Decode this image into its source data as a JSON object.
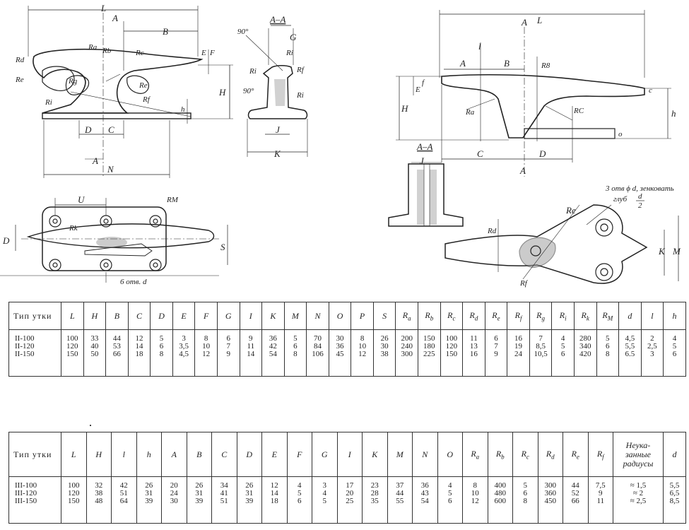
{
  "drawing_labels": {
    "fig1_side": [
      "L",
      "A",
      "B",
      "Ra",
      "Rb",
      "Rc",
      "Rd",
      "Re",
      "Rg",
      "Re",
      "Rf",
      "Ri",
      "H",
      "E",
      "F",
      "h",
      "D",
      "C",
      "A",
      "N"
    ],
    "fig1_section_title": "A–A",
    "fig1_section": [
      "90°",
      "G",
      "Ri",
      "Rf",
      "Ri",
      "90°",
      "J",
      "K"
    ],
    "fig1_plan": [
      "U",
      "RM",
      "D",
      "Rk",
      "S",
      "6 отв. d"
    ],
    "fig2_side": [
      "A",
      "L",
      "A",
      "B",
      "l",
      "R8",
      "E",
      "f",
      "H",
      "Ra",
      "RC",
      "c",
      "h",
      "o",
      "C",
      "D",
      "A"
    ],
    "fig2_section_title": "A–A",
    "fig2_section": [
      "J"
    ],
    "fig2_note": "3 отв ϕ d, зенковать",
    "fig2_note2": "глуб",
    "fig2_note_frac_num": "d",
    "fig2_note_frac_den": "2",
    "fig2_plan": [
      "Re",
      "Rd",
      "K",
      "M",
      "Rf"
    ]
  },
  "table1": {
    "first_header": "Тип утки",
    "headers": [
      "L",
      "H",
      "B",
      "C",
      "D",
      "E",
      "F",
      "G",
      "I",
      "K",
      "M",
      "N",
      "O",
      "P",
      "S",
      "Ra",
      "Rb",
      "Rc",
      "Rd",
      "Re",
      "Rf",
      "Rg",
      "Ri",
      "Rk",
      "RM",
      "d",
      "l",
      "h"
    ],
    "rows": [
      {
        "type": "II-100",
        "values": [
          "100",
          "33",
          "44",
          "12",
          "5",
          "3",
          "8",
          "6",
          "9",
          "36",
          "5",
          "70",
          "30",
          "8",
          "26",
          "200",
          "150",
          "100",
          "11",
          "6",
          "16",
          "7",
          "4",
          "280",
          "5",
          "4,5",
          "2",
          "4"
        ]
      },
      {
        "type": "II-120",
        "values": [
          "120",
          "40",
          "53",
          "14",
          "6",
          "3,5",
          "10",
          "7",
          "11",
          "42",
          "6",
          "84",
          "36",
          "10",
          "30",
          "240",
          "180",
          "120",
          "13",
          "7",
          "19",
          "8,5",
          "5",
          "340",
          "6",
          "5,5",
          "2,5",
          "5"
        ]
      },
      {
        "type": "II-150",
        "values": [
          "150",
          "50",
          "66",
          "18",
          "8",
          "4,5",
          "12",
          "9",
          "14",
          "54",
          "8",
          "106",
          "45",
          "12",
          "38",
          "300",
          "225",
          "150",
          "16",
          "9",
          "24",
          "10,5",
          "6",
          "420",
          "8",
          "6.5",
          "3",
          "6"
        ]
      }
    ]
  },
  "table2": {
    "first_header": "Тип утки",
    "headers": [
      "L",
      "H",
      "l",
      "h",
      "A",
      "B",
      "C",
      "D",
      "E",
      "F",
      "G",
      "I",
      "K",
      "M",
      "N",
      "O",
      "Ra",
      "Rb",
      "Rc",
      "Rd",
      "Re",
      "Rf"
    ],
    "extra_header": "Неука-занные радиусы",
    "last_header": "d",
    "rows": [
      {
        "type": "III-100",
        "values": [
          "100",
          "32",
          "42",
          "26",
          "20",
          "26",
          "34",
          "26",
          "12",
          "4",
          "3",
          "17",
          "23",
          "37",
          "36",
          "4",
          "8",
          "400",
          "5",
          "300",
          "44",
          "7,5"
        ],
        "extra": "≈ 1,5",
        "last": "5,5"
      },
      {
        "type": "III-120",
        "values": [
          "120",
          "38",
          "51",
          "31",
          "24",
          "31",
          "41",
          "31",
          "14",
          "5",
          "4",
          "20",
          "28",
          "44",
          "43",
          "5",
          "10",
          "480",
          "6",
          "360",
          "52",
          "9"
        ],
        "extra": "≈ 2",
        "last": "6,5"
      },
      {
        "type": "III-150",
        "values": [
          "150",
          "48",
          "64",
          "39",
          "30",
          "39",
          "51",
          "39",
          "18",
          "6",
          "5",
          "25",
          "35",
          "55",
          "54",
          "6",
          "12",
          "600",
          "8",
          "450",
          "66",
          "11"
        ],
        "extra": "≈ 2,5",
        "last": "8,5"
      }
    ]
  }
}
